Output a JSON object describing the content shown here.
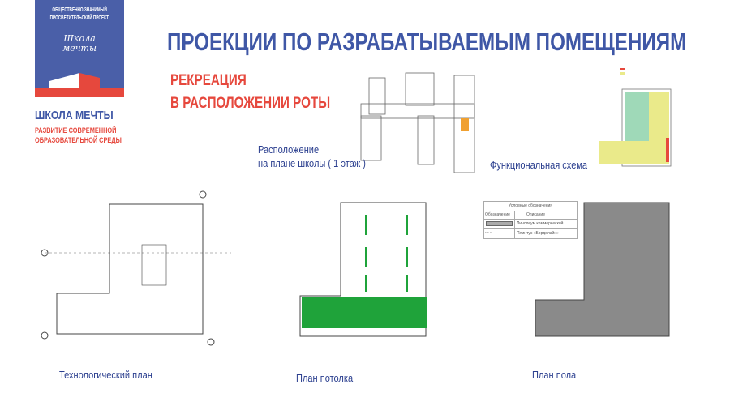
{
  "logo": {
    "tagline_1": "ОБЩЕСТВЕННО ЗНАЧИМЫЙ",
    "tagline_2": "ПРОСВЕТИТЕЛЬСКИЙ ПРОЕКТ",
    "script_1": "Школа",
    "script_2": "мечты",
    "name": "ШКОЛА МЕЧТЫ",
    "slogan_1": "РАЗВИТИЕ СОВРЕМЕННОЙ",
    "slogan_2": "ОБРАЗОВАТЕЛЬНОЙ СРЕДЫ"
  },
  "title": "ПРОЕКЦИИ ПО РАЗРАБАТЫВАЕМЫМ ПОМЕЩЕНИЯМ",
  "subtitle_1": "РЕКРЕАЦИЯ",
  "subtitle_2": "В РАСПОЛОЖЕНИИ РОТЫ",
  "captions": {
    "location_1": "Расположение",
    "location_2": "на плане школы ( 1 этаж )",
    "functional": "Функциональная схема",
    "tech": "Технологический план",
    "ceiling": "План потолка",
    "floor": "План пола"
  },
  "legend": {
    "title": "Условные обозначения",
    "col1": "Обозначение",
    "col2": "Описание",
    "row1": "Линолеум коммерческий",
    "row2": "Плинтус «Бордолайн»"
  },
  "colors": {
    "blue": "#3f57a6",
    "red": "#e6483d",
    "green": "#1fa33a",
    "gray": "#8a8a8a"
  }
}
